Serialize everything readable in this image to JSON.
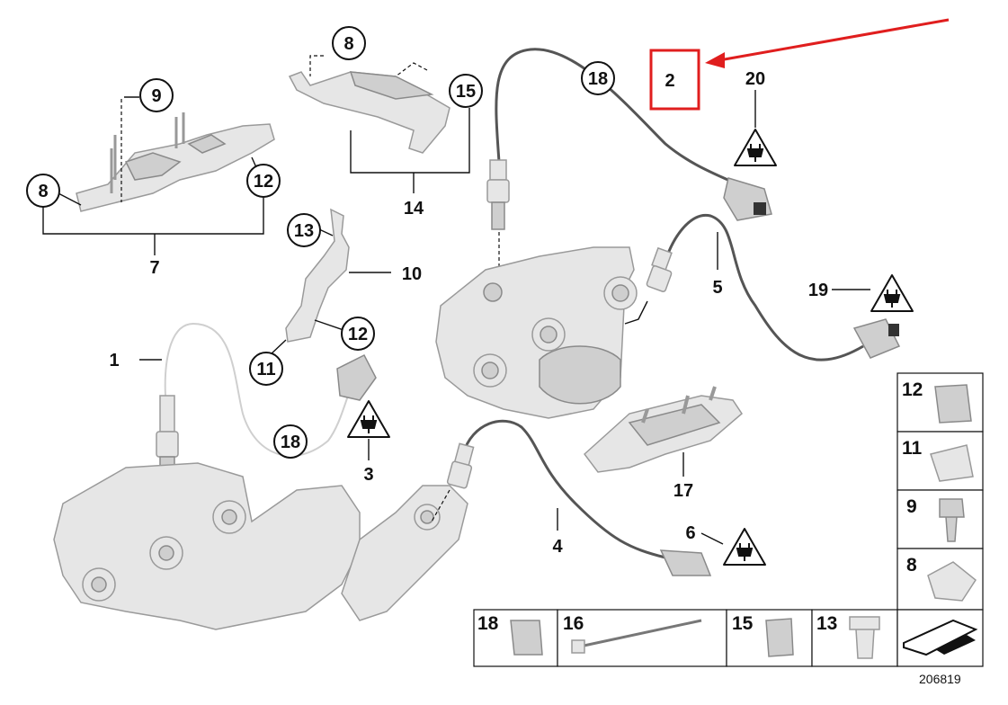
{
  "callouts": {
    "c1": "1",
    "c2": "2",
    "c3": "3",
    "c4": "4",
    "c5": "5",
    "c6": "6",
    "c7": "7",
    "c8a": "8",
    "c8b": "8",
    "c9": "9",
    "c10": "10",
    "c11": "11",
    "c12a": "12",
    "c12b": "12",
    "c13": "13",
    "c14": "14",
    "c15": "15",
    "c17": "17",
    "c18a": "18",
    "c18b": "18",
    "c19": "19",
    "c20": "20"
  },
  "legend": {
    "v12": "12",
    "v11": "11",
    "v9": "9",
    "v8": "8",
    "h18": "18",
    "h16": "16",
    "h15": "15",
    "h13": "13"
  },
  "reference_number": "206819",
  "colors": {
    "highlight_box": "#e01e1e",
    "arrow": "#e01e1e"
  },
  "icons": [
    "warning-plug-icon",
    "warning-plug-icon",
    "warning-plug-icon",
    "warning-plug-icon"
  ]
}
